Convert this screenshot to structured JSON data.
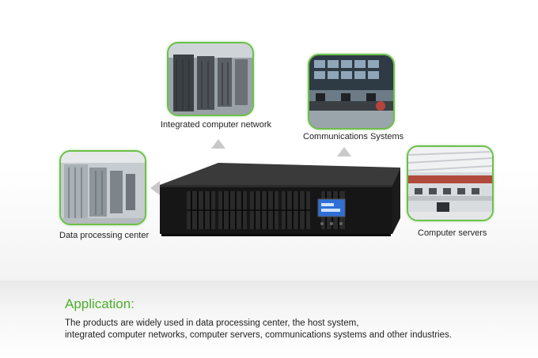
{
  "items": [
    {
      "label": "Integrated computer network",
      "image": "server-racks-photo"
    },
    {
      "label": "Communications Systems",
      "image": "control-room-photo"
    },
    {
      "label": "Data processing center",
      "image": "data-center-photo"
    },
    {
      "label": "Computer servers",
      "image": "office-workstations-photo"
    }
  ],
  "product": {
    "image": "rack-ups-unit",
    "display": "LCD"
  },
  "application": {
    "title": "Application:",
    "line1": "The products are widely used in data processing center, the host system,",
    "line2": "integrated computer networks, computer servers,  communications systems and other industries."
  },
  "colors": {
    "accent": "#6cc04a",
    "title": "#4caf2a",
    "arrow": "#c9c9c9"
  }
}
